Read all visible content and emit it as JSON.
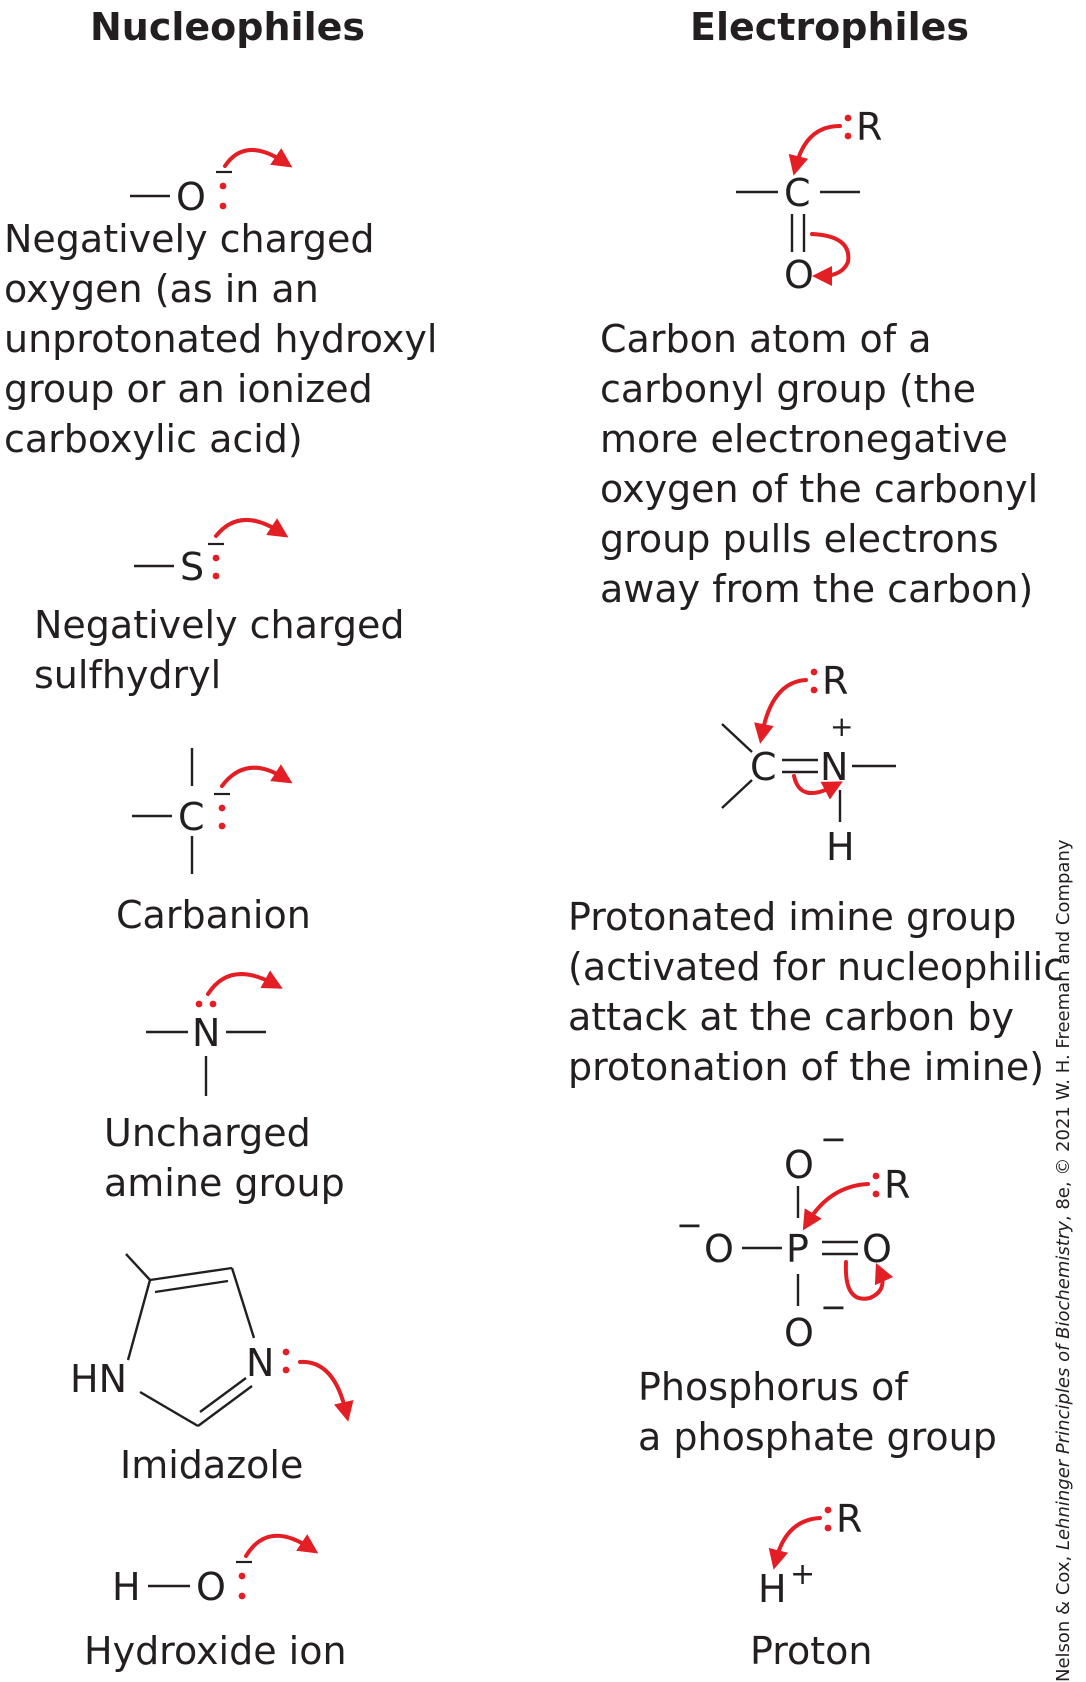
{
  "titles": {
    "nucleophiles": "Nucleophiles",
    "electrophiles": "Electrophiles"
  },
  "nucleophiles": [
    {
      "caption": [
        "Negatively charged",
        "oxygen (as in an",
        "unprotonated hydroxyl",
        "group or an ionized",
        "carboxylic acid)"
      ]
    },
    {
      "caption": [
        "Negatively charged",
        "sulfhydryl"
      ]
    },
    {
      "caption": [
        "Carbanion"
      ]
    },
    {
      "caption": [
        "Uncharged",
        "amine group"
      ]
    },
    {
      "caption": [
        "Imidazole"
      ]
    },
    {
      "caption": [
        "Hydroxide ion"
      ]
    }
  ],
  "electrophiles": [
    {
      "caption": [
        "Carbon atom of a",
        "carbonyl group (the",
        "more electronegative",
        "oxygen of the carbonyl",
        "group pulls electrons",
        "away from the carbon)"
      ]
    },
    {
      "caption": [
        "Protonated imine group",
        "(activated for nucleophilic",
        "attack at the carbon by",
        "protonation of the imine)"
      ]
    },
    {
      "caption": [
        "Phosphorus of",
        "a phosphate group"
      ]
    },
    {
      "caption": [
        "Proton"
      ]
    }
  ],
  "atoms": {
    "O": "O",
    "S": "S",
    "C": "C",
    "N": "N",
    "H": "H",
    "HN": "HN",
    "P": "P",
    "R": "R",
    "minus": "−",
    "plus": "+"
  },
  "credit": {
    "prefix": "Nelson & Cox, ",
    "book": "Lehninger Principles of Biochemistry",
    "suffix": ", 8e, © 2021 W. H. Freeman and Company"
  },
  "colors": {
    "arrow": "#e31e24",
    "text": "#231f20"
  }
}
